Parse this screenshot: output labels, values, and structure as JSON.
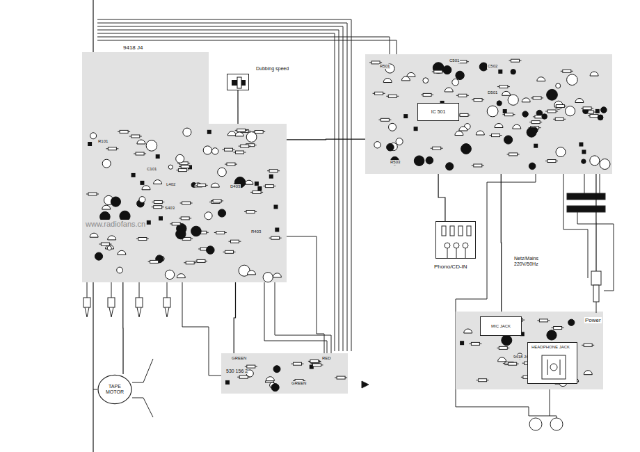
{
  "diagram": {
    "nodes": [
      {
        "text": [
          "9418 J4"
        ]
      },
      {
        "text": [
          "C501"
        ]
      },
      {
        "text": [
          "IC 501"
        ],
        "in": 1
      },
      {
        "text": [
          "Phono/CD-IN"
        ]
      },
      {
        "text": [
          "Dubbing speed"
        ]
      },
      {
        "text": [
          "TAPE MOTOR"
        ]
      },
      {
        "text": [
          "530 156 2"
        ]
      },
      {
        "text": [
          "9418 J4"
        ]
      },
      {
        "text": [
          "MIC JACK"
        ],
        "in": 7
      },
      {
        "text": [
          "HEADPHONE JACK"
        ],
        "in": 7
      },
      {
        "text": [
          "Power"
        ]
      }
    ],
    "edges": [
      {
        "from": 0,
        "to": 1,
        "arrow": "none"
      },
      {
        "from": 1,
        "to": 3,
        "arrow": "none"
      },
      {
        "from": 0,
        "to": 6,
        "arrow": "none"
      },
      {
        "from": 1,
        "to": 7,
        "arrow": "none"
      },
      {
        "from": 5,
        "to": 0,
        "arrow": "none"
      },
      {
        "from": 4,
        "to": 0,
        "arrow": "none"
      },
      {
        "from": 10,
        "to": 1,
        "arrow": "none"
      }
    ],
    "labels": [
      "S403",
      "R101",
      "C101",
      "D403",
      "R403",
      "L402",
      "www.radiofans.cn",
      "R501",
      "C502",
      "D501",
      "R503",
      "GREEN",
      "RED",
      "GREEN",
      "Netz/Mains 220V/50Hz"
    ]
  }
}
